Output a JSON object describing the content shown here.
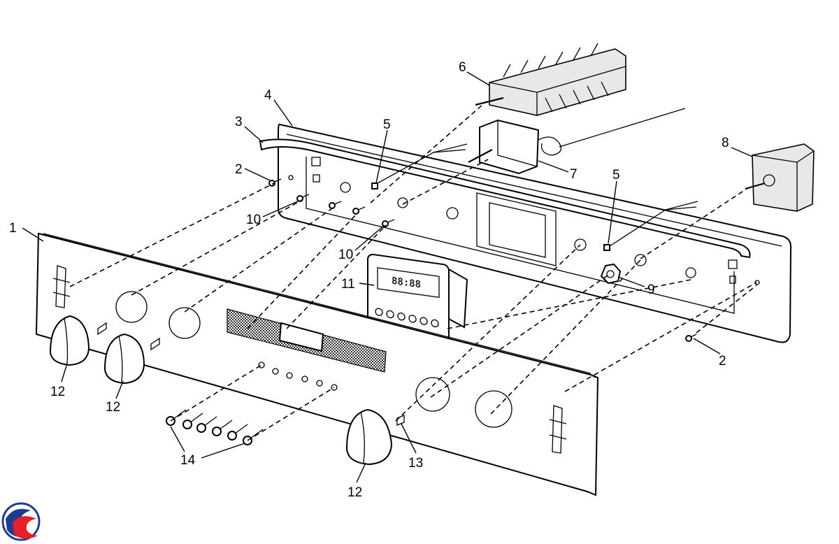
{
  "diagram": {
    "type": "exploded-parts-diagram",
    "callouts": [
      "1",
      "2",
      "3",
      "4",
      "5",
      "6",
      "7",
      "8",
      "9",
      "10",
      "11",
      "12",
      "13",
      "14"
    ],
    "timer_display": "88:88",
    "logo_icon": "swirl-logo-icon",
    "colors": {
      "line": "#000000",
      "background": "#ffffff",
      "logo_red": "#e4202a",
      "logo_blue": "#1f3d8f"
    }
  }
}
